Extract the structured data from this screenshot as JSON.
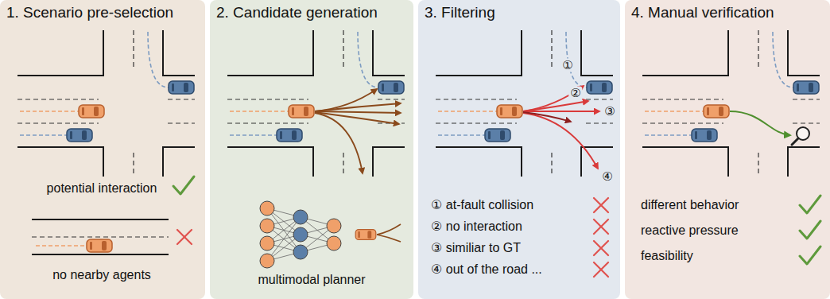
{
  "diagram": {
    "nodes": [
      {
        "text": [
          "1. Scenario pre-selection"
        ]
      },
      {
        "text": [
          "2. Candidate generation"
        ]
      },
      {
        "text": [
          "3. Filtering"
        ]
      },
      {
        "text": [
          "4. Manual verification"
        ]
      }
    ],
    "labels": [
      "potential interaction",
      "no nearby agents",
      "multimodal planner",
      "①",
      "②",
      "③",
      "④",
      "① at-fault collision",
      "② no interaction",
      "③ similiar to GT",
      "④ out of the road ...",
      "different behavior",
      "reactive pressure",
      "feasibility"
    ]
  }
}
